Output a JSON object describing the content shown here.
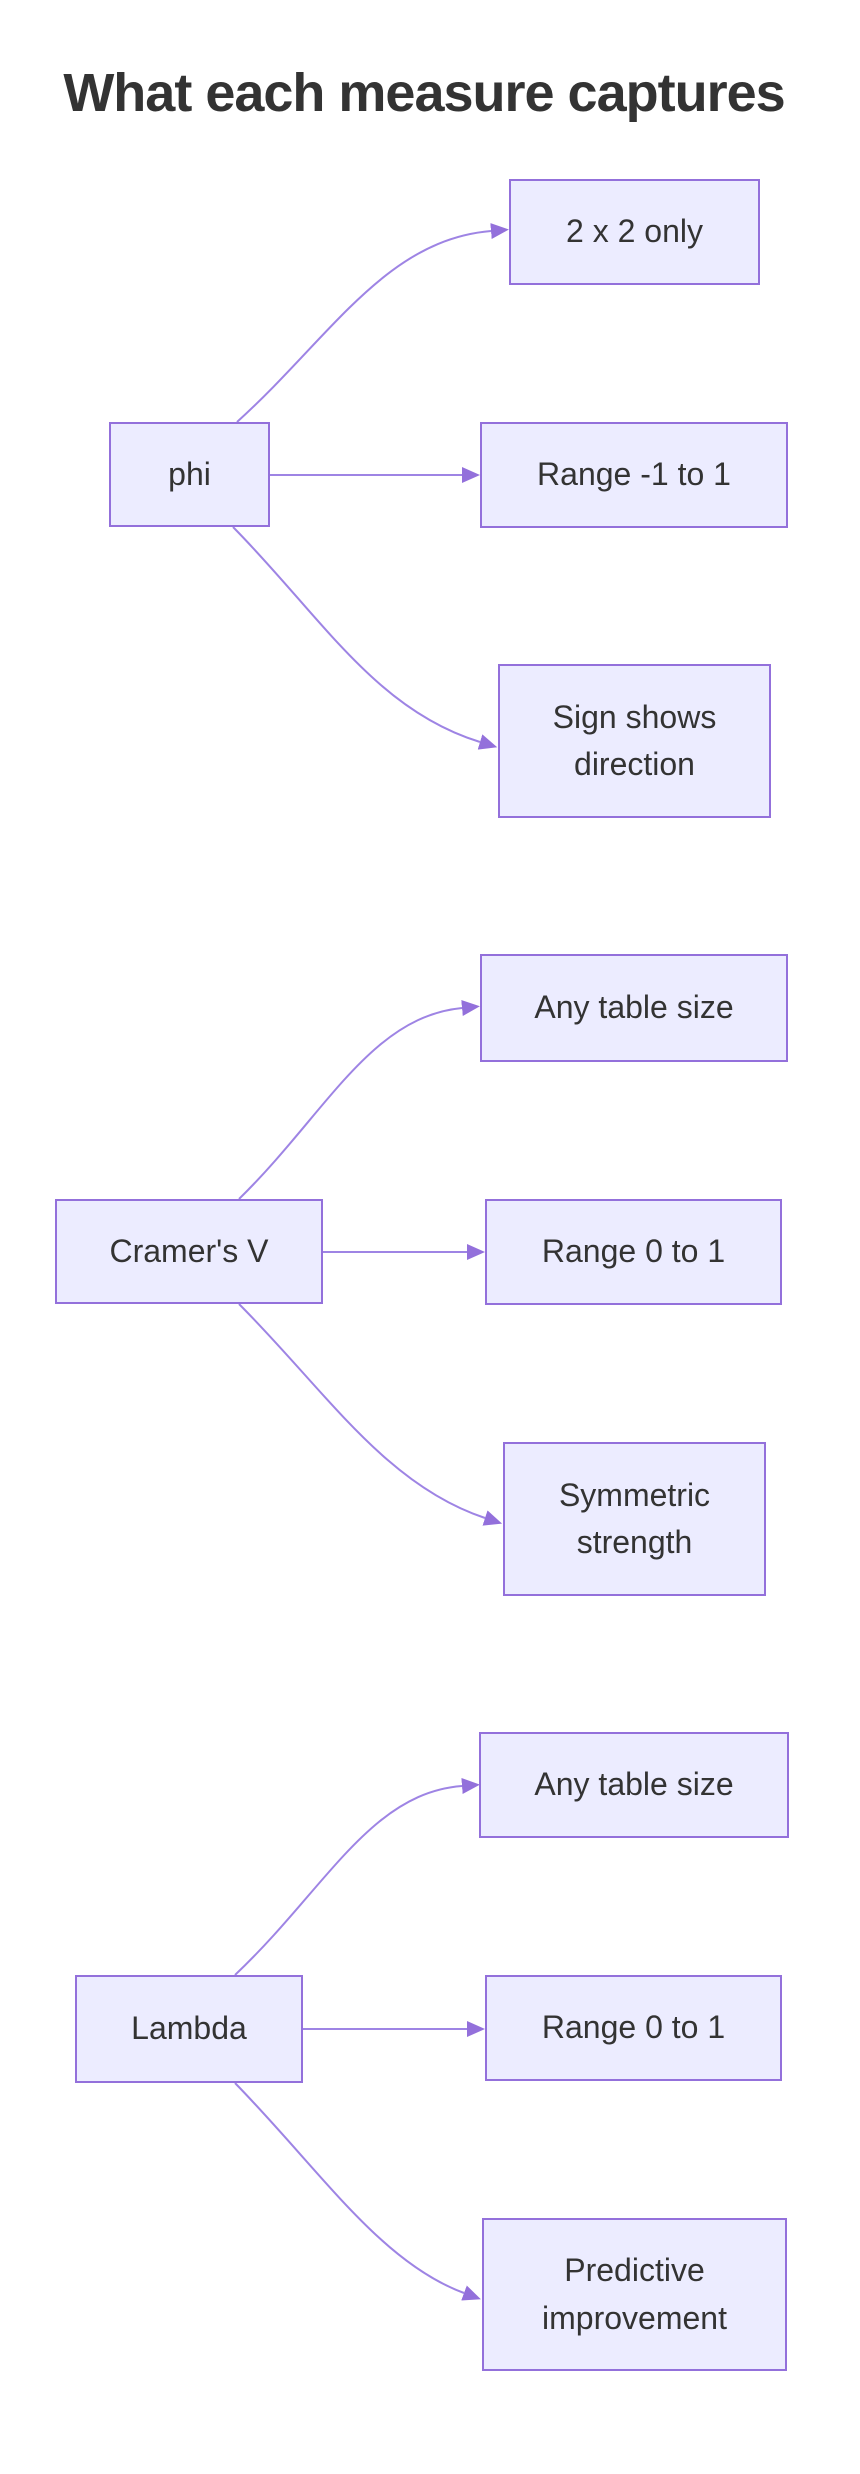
{
  "title": {
    "text": "What each measure captures"
  },
  "colors": {
    "background": "#FFFFFF",
    "node_fill": "#ECECFF",
    "node_border": "#9370DB",
    "edge": "#9E84E4",
    "arrowhead": "#9370DB",
    "text": "#333333",
    "title_color": "#333333"
  },
  "diagram": {
    "groups": [
      {
        "source": {
          "label": "phi"
        },
        "targets": [
          {
            "label": "2 x 2 only"
          },
          {
            "label": "Range -1 to 1"
          },
          {
            "label": "Sign shows direction"
          }
        ]
      },
      {
        "source": {
          "label": "Cramer's V"
        },
        "targets": [
          {
            "label": "Any table size"
          },
          {
            "label": "Range 0 to 1"
          },
          {
            "label": "Symmetric strength"
          }
        ]
      },
      {
        "source": {
          "label": "Lambda"
        },
        "targets": [
          {
            "label": "Any table size"
          },
          {
            "label": "Range 0 to 1"
          },
          {
            "label": "Predictive improvement"
          }
        ]
      }
    ],
    "edges": [
      {
        "from": "phi",
        "to": "2 x 2 only"
      },
      {
        "from": "phi",
        "to": "Range -1 to 1"
      },
      {
        "from": "phi",
        "to": "Sign shows direction"
      },
      {
        "from": "Cramer's V",
        "to": "Any table size"
      },
      {
        "from": "Cramer's V",
        "to": "Range 0 to 1"
      },
      {
        "from": "Cramer's V",
        "to": "Symmetric strength"
      },
      {
        "from": "Lambda",
        "to": "Any table size"
      },
      {
        "from": "Lambda",
        "to": "Range 0 to 1"
      },
      {
        "from": "Lambda",
        "to": "Predictive improvement"
      }
    ]
  }
}
